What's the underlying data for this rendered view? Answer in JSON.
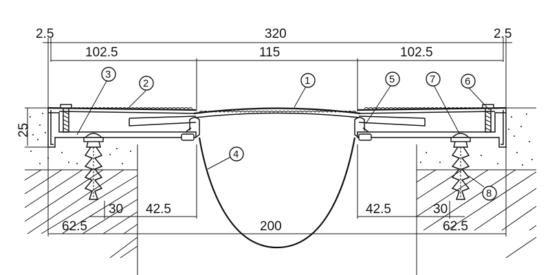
{
  "dimensions": {
    "overall": "320",
    "edge_left": "2.5",
    "edge_right": "2.5",
    "flange_left": "102.5",
    "cover_center": "115",
    "flange_right": "102.5",
    "depth": "25",
    "anchor_spacing_left": "30",
    "gap_offset_left": "42.5",
    "gap_offset_right": "42.5",
    "anchor_spacing_right": "30",
    "base_left": "62.5",
    "base_right": "62.5",
    "gap_width": "200"
  },
  "callouts": [
    "1",
    "2",
    "3",
    "4",
    "5",
    "6",
    "7",
    "8"
  ]
}
